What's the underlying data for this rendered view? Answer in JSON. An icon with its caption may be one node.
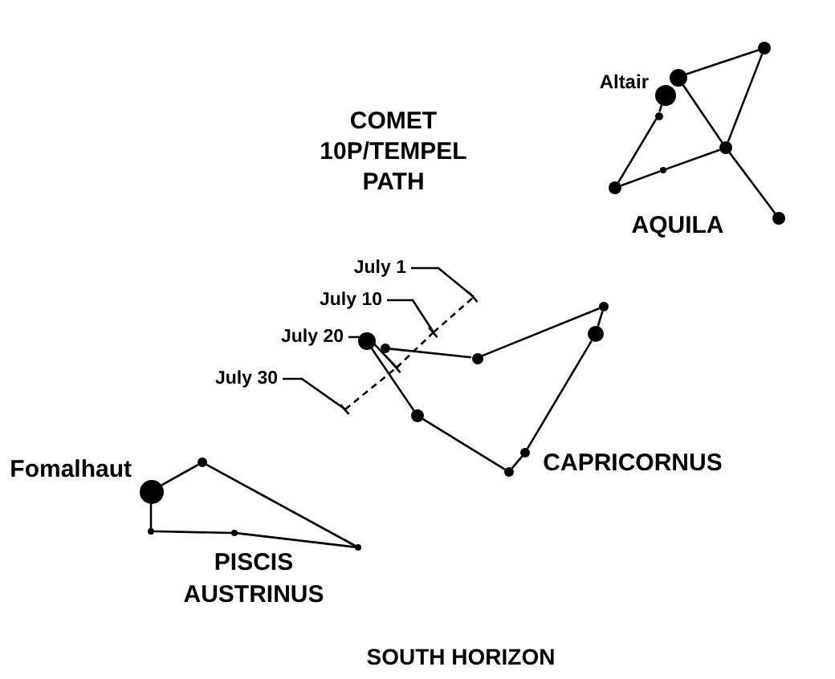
{
  "diagram": {
    "nodes": [
      {
        "text": [],
        "shape": "circle"
      },
      {
        "text": [],
        "shape": "circle"
      },
      {
        "text": [],
        "shape": "circle",
        "beside": [
          "Altair"
        ]
      },
      {
        "text": [],
        "shape": "circle"
      },
      {
        "text": [],
        "shape": "circle"
      },
      {
        "text": [],
        "shape": "circle"
      },
      {
        "text": [],
        "shape": "circle"
      },
      {
        "text": [],
        "shape": "circle"
      },
      {
        "text": [
          "July 1"
        ]
      },
      {
        "text": [
          "July 10"
        ]
      },
      {
        "text": [
          "July 20"
        ]
      },
      {
        "text": [
          "July 30"
        ]
      },
      {
        "text": [],
        "shape": "circle"
      },
      {
        "text": [],
        "shape": "circle"
      },
      {
        "text": [],
        "shape": "circle"
      },
      {
        "text": [],
        "shape": "circle"
      },
      {
        "text": [],
        "shape": "circle"
      },
      {
        "text": [],
        "shape": "circle"
      },
      {
        "text": [],
        "shape": "circle"
      },
      {
        "text": [],
        "shape": "circle"
      },
      {
        "text": [],
        "shape": "circle"
      },
      {
        "text": [],
        "shape": "circle",
        "beside": [
          "Fomalhaut"
        ]
      },
      {
        "text": [],
        "shape": "circle"
      },
      {
        "text": [],
        "shape": "circle"
      },
      {
        "text": [],
        "shape": "circle"
      },
      {
        "text": [],
        "shape": "bar"
      },
      {
        "text": [],
        "shape": "bar"
      },
      {
        "text": [],
        "shape": "bar"
      },
      {
        "text": [],
        "shape": "bar"
      }
    ],
    "edges": [
      {
        "from": 1,
        "to": 0,
        "arrow": "none"
      },
      {
        "from": 0,
        "to": 4,
        "arrow": "none"
      },
      {
        "from": 1,
        "to": 4,
        "arrow": "none"
      },
      {
        "from": 4,
        "to": 7,
        "arrow": "none"
      },
      {
        "from": 4,
        "to": 5,
        "arrow": "none"
      },
      {
        "from": 5,
        "to": 6,
        "arrow": "none"
      },
      {
        "from": 6,
        "to": 3,
        "arrow": "none"
      },
      {
        "from": 3,
        "to": 2,
        "arrow": "none"
      },
      {
        "from": 8,
        "to": 25,
        "arrow": "none"
      },
      {
        "from": 9,
        "to": 26,
        "arrow": "none"
      },
      {
        "from": 10,
        "to": 27,
        "arrow": "none"
      },
      {
        "from": 11,
        "to": 28,
        "arrow": "none"
      },
      {
        "from": 12,
        "to": 13,
        "arrow": "none"
      },
      {
        "from": 13,
        "to": 18,
        "arrow": "none"
      },
      {
        "from": 18,
        "to": 19,
        "arrow": "none"
      },
      {
        "from": 19,
        "to": 17,
        "arrow": "none"
      },
      {
        "from": 17,
        "to": 14,
        "arrow": "none"
      },
      {
        "from": 15,
        "to": 16,
        "arrow": "none"
      },
      {
        "from": 16,
        "to": 12,
        "arrow": "none"
      },
      {
        "from": 21,
        "to": 20,
        "arrow": "none"
      },
      {
        "from": 20,
        "to": 24,
        "arrow": "none"
      },
      {
        "from": 24,
        "to": 23,
        "arrow": "none"
      },
      {
        "from": 23,
        "to": 22,
        "arrow": "none"
      },
      {
        "from": 22,
        "to": 21,
        "arrow": "none"
      },
      {
        "from": 28,
        "to": 27,
        "arrow": "none",
        "style": "dashed"
      },
      {
        "from": 27,
        "to": 26,
        "arrow": "none",
        "style": "dashed"
      },
      {
        "from": 26,
        "to": 25,
        "arrow": "none",
        "style": "dashed"
      }
    ],
    "labels": [
      "COMET 10P/TEMPEL PATH",
      "AQUILA",
      "CAPRICORNUS",
      "PISCIS AUSTRINUS",
      "SOUTH HORIZON"
    ]
  }
}
